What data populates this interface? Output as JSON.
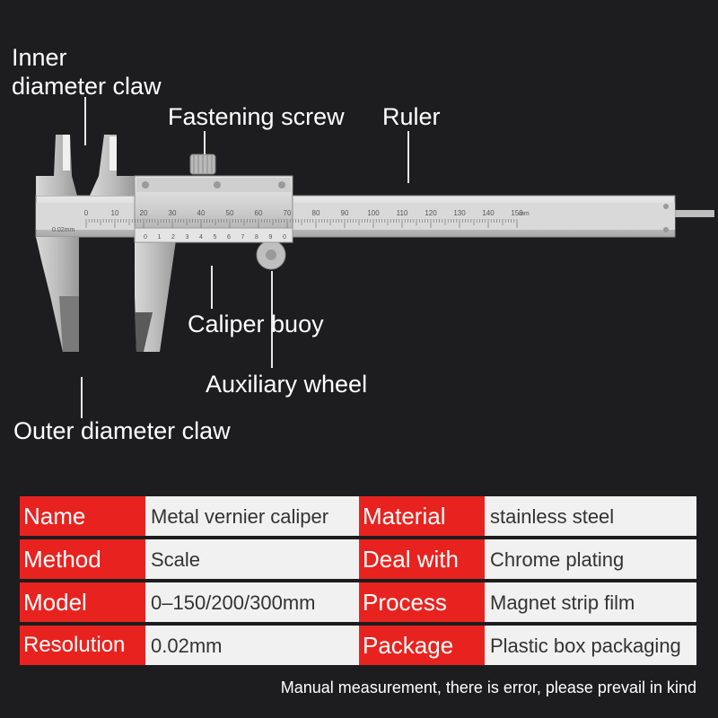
{
  "labels": {
    "inner_claw": "Inner\ndiameter claw",
    "fastening_screw": "Fastening screw",
    "ruler": "Ruler",
    "caliper_buoy": "Caliper buoy",
    "auxiliary_wheel": "Auxiliary wheel",
    "outer_claw": "Outer diameter claw"
  },
  "scale": {
    "main_ticks": [
      "0",
      "10",
      "20",
      "30",
      "40",
      "50",
      "60",
      "70",
      "80",
      "90",
      "100",
      "110",
      "120",
      "130",
      "140",
      "150"
    ],
    "unit": "mm",
    "resolution_mark": "0.02mm",
    "vernier_ticks": [
      "0",
      "1",
      "2",
      "3",
      "4",
      "5",
      "6",
      "7",
      "8",
      "9",
      "0"
    ]
  },
  "specs": [
    {
      "k1": "Name",
      "v1": "Metal vernier caliper",
      "k2": "Material",
      "v2": "stainless steel"
    },
    {
      "k1": "Method",
      "v1": "Scale",
      "k2": "Deal with",
      "v2": "Chrome plating"
    },
    {
      "k1": "Model",
      "v1": "0–150/200/300mm",
      "k2": "Process",
      "v2": "Magnet strip film"
    },
    {
      "k1": "Resolution",
      "v1": "0.02mm",
      "k2": "Package",
      "v2": "Plastic box packaging"
    }
  ],
  "note": "Manual measurement, there is error, please prevail in kind",
  "colors": {
    "accent": "#e8231f",
    "background": "#1d1d1f",
    "steel": "#c9c9c9"
  }
}
